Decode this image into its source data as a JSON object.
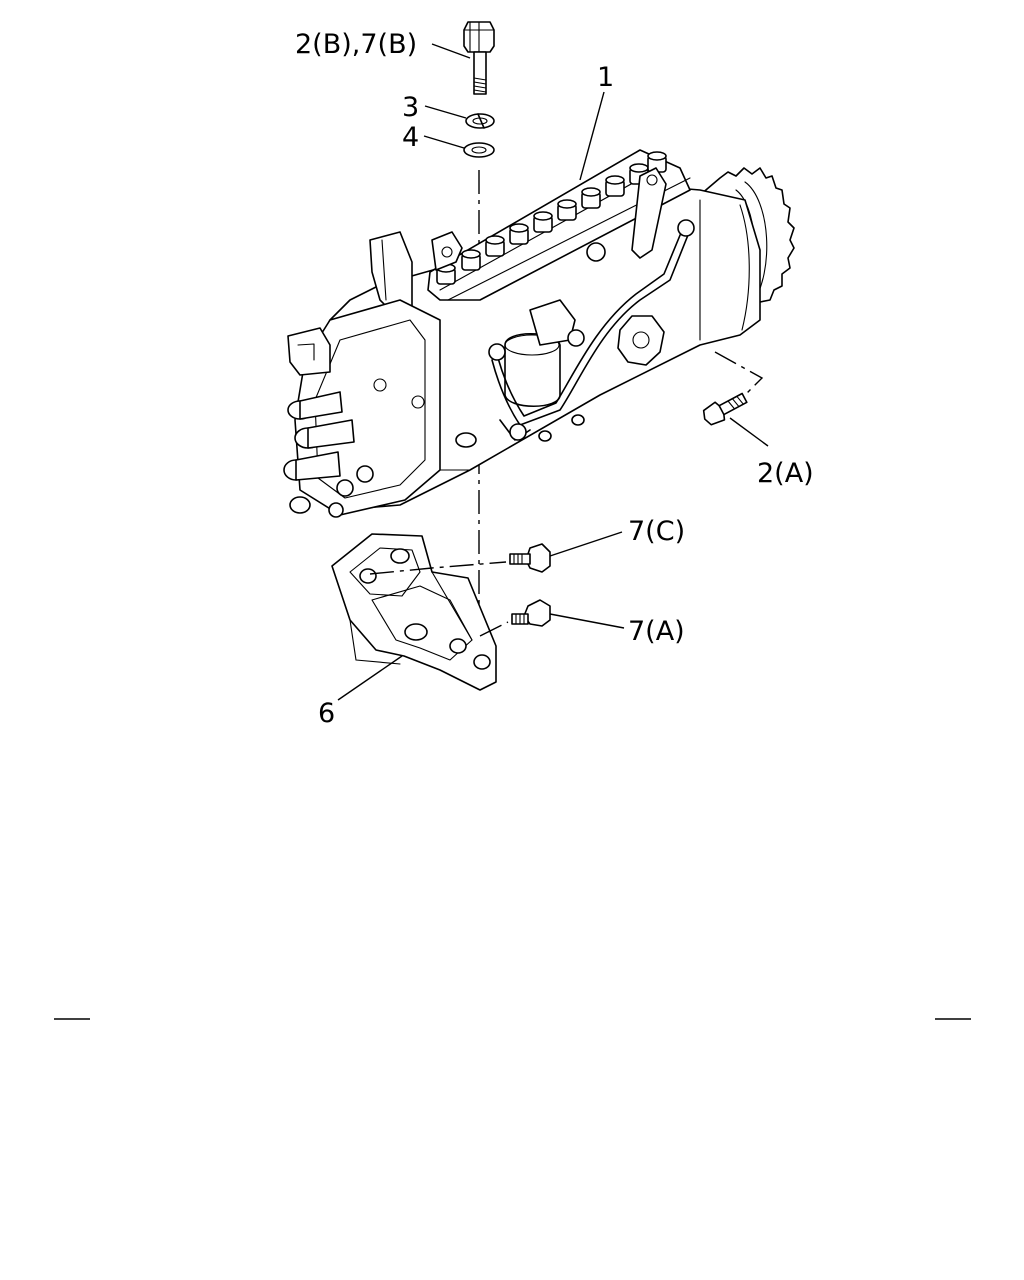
{
  "callouts": {
    "bolt_upper": "2(B),7(B)",
    "washer_3": "3",
    "washer_4": "4",
    "injection_pump": "1",
    "bolt_2a": "2(A)",
    "bolt_7c": "7(C)",
    "bolt_7a": "7(A)",
    "bracket": "6"
  },
  "icons": {
    "injection_pump": "injection-pump-icon",
    "bracket": "mounting-bracket-icon",
    "bolt": "hex-bolt-icon",
    "washer": "washer-icon"
  }
}
